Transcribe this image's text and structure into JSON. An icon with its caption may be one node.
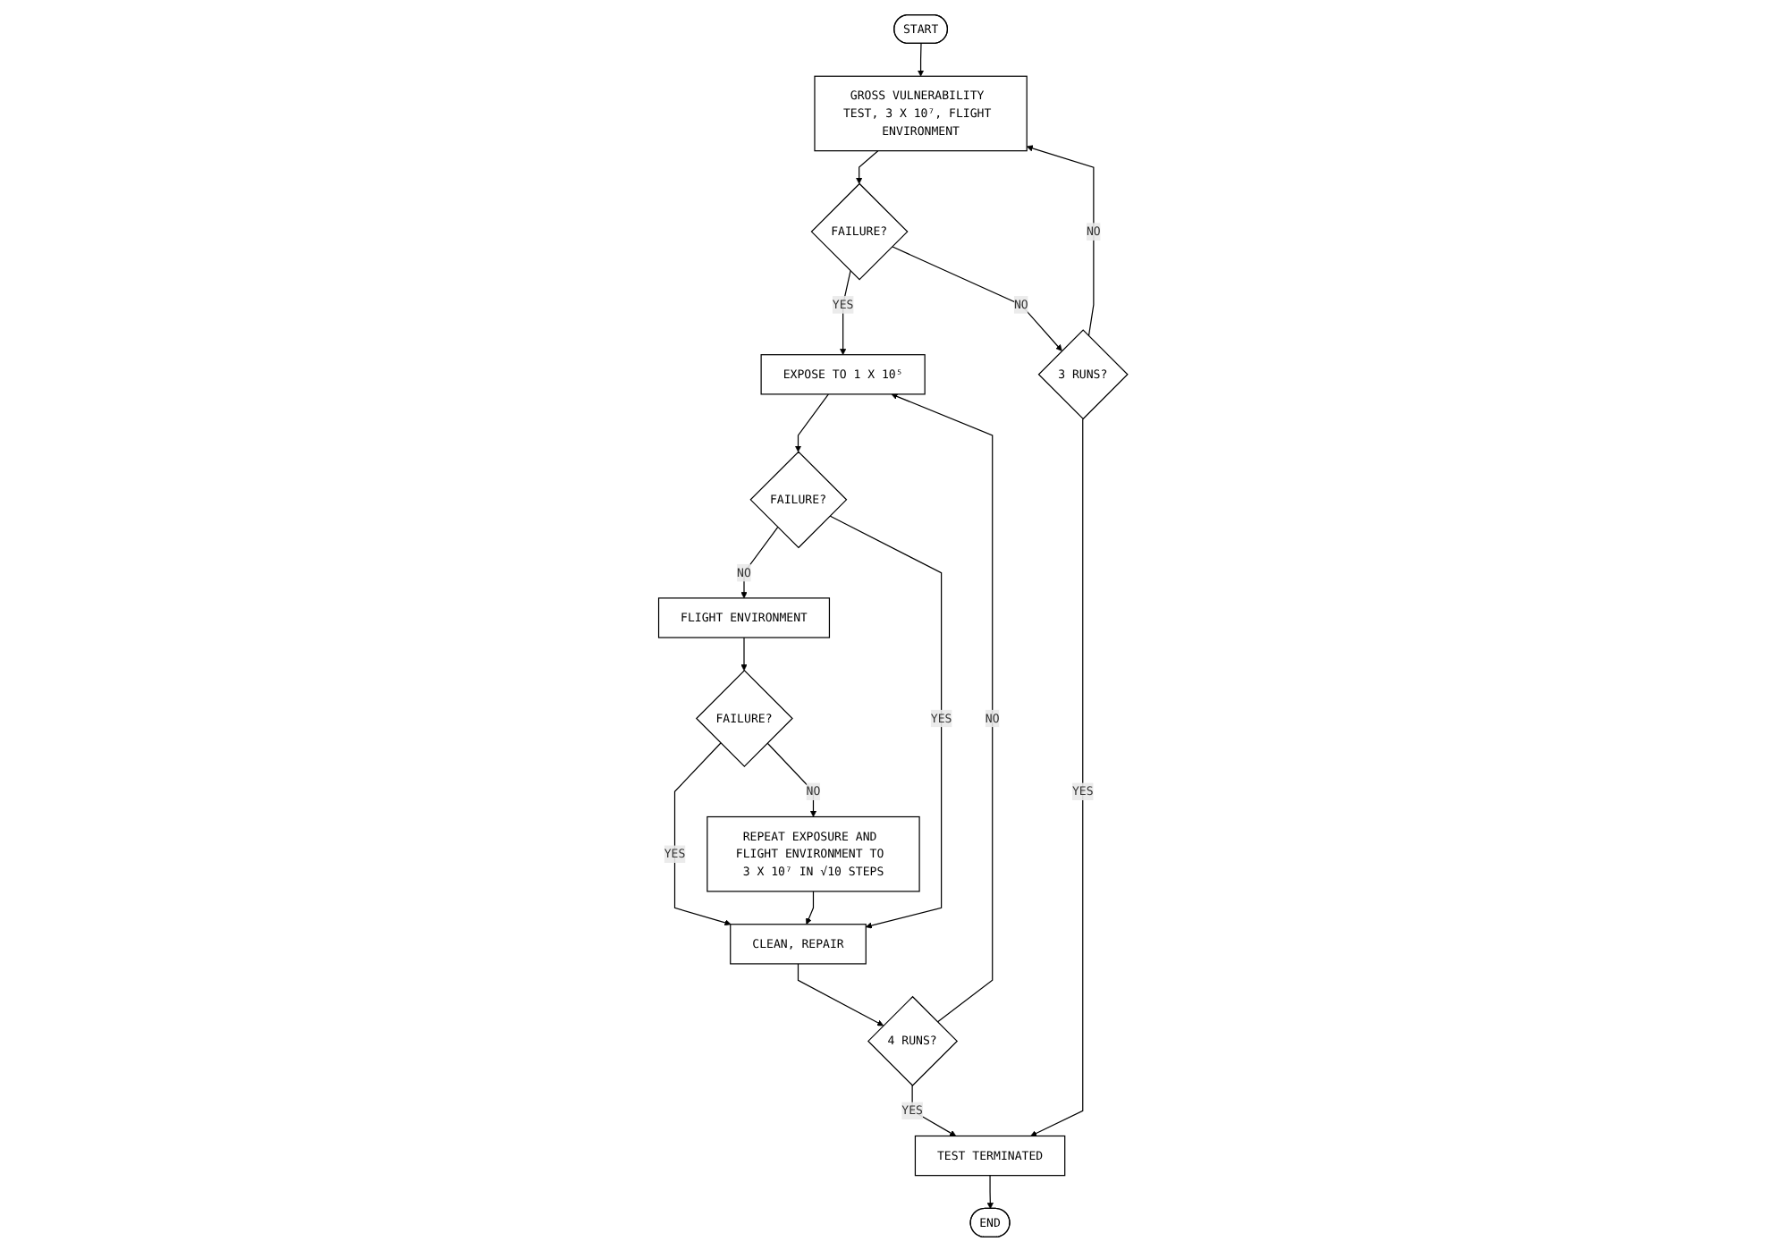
{
  "diagram": {
    "nodes": [
      {
        "text": [
          "START"
        ]
      },
      {
        "text": [
          "GROSS VULNERABILITY TEST, 3 X 10⁷, FLIGHT ENVIRONMENT"
        ]
      },
      {
        "text": [
          "FAILURE?"
        ]
      },
      {
        "text": [
          "EXPOSE TO 1 X 10⁵"
        ]
      },
      {
        "text": [
          "FAILURE?"
        ]
      },
      {
        "text": [
          "FLIGHT ENVIRONMENT"
        ]
      },
      {
        "text": [
          "3 RUNS?"
        ]
      },
      {
        "text": [
          "4 RUNS?"
        ]
      },
      {
        "text": [
          "CLEAN, REPAIR"
        ]
      },
      {
        "text": [
          "FAILURE?"
        ]
      },
      {
        "text": [
          "TEST TERMINATED"
        ]
      },
      {
        "text": [
          "REPEAT EXPOSURE AND FLIGHT ENVIRONMENT TO 3 X 10⁷ IN √10 STEPS"
        ]
      },
      {
        "text": [
          "END"
        ]
      }
    ],
    "edges": [
      {
        "from": 0,
        "to": 1,
        "arrow": "to"
      },
      {
        "from": 1,
        "to": 2,
        "arrow": "to"
      },
      {
        "from": 2,
        "to": 3,
        "arrow": "to",
        "label": "YES"
      },
      {
        "from": 2,
        "to": 6,
        "arrow": "to",
        "label": "NO"
      },
      {
        "from": 6,
        "to": 1,
        "arrow": "to",
        "label": "NO"
      },
      {
        "from": 6,
        "to": 10,
        "arrow": "to",
        "label": "YES"
      },
      {
        "from": 3,
        "to": 4,
        "arrow": "to"
      },
      {
        "from": 4,
        "to": 5,
        "arrow": "to",
        "label": "NO"
      },
      {
        "from": 4,
        "to": 8,
        "arrow": "to",
        "label": "YES"
      },
      {
        "from": 5,
        "to": 9,
        "arrow": "to"
      },
      {
        "from": 9,
        "to": 8,
        "arrow": "to",
        "label": "YES"
      },
      {
        "from": 9,
        "to": 11,
        "arrow": "to",
        "label": "NO"
      },
      {
        "from": 11,
        "to": 8,
        "arrow": "to"
      },
      {
        "from": 8,
        "to": 7,
        "arrow": "to"
      },
      {
        "from": 7,
        "to": 3,
        "arrow": "to",
        "label": "NO"
      },
      {
        "from": 7,
        "to": 10,
        "arrow": "to",
        "label": "YES"
      },
      {
        "from": 10,
        "to": 12,
        "arrow": "to"
      }
    ]
  }
}
